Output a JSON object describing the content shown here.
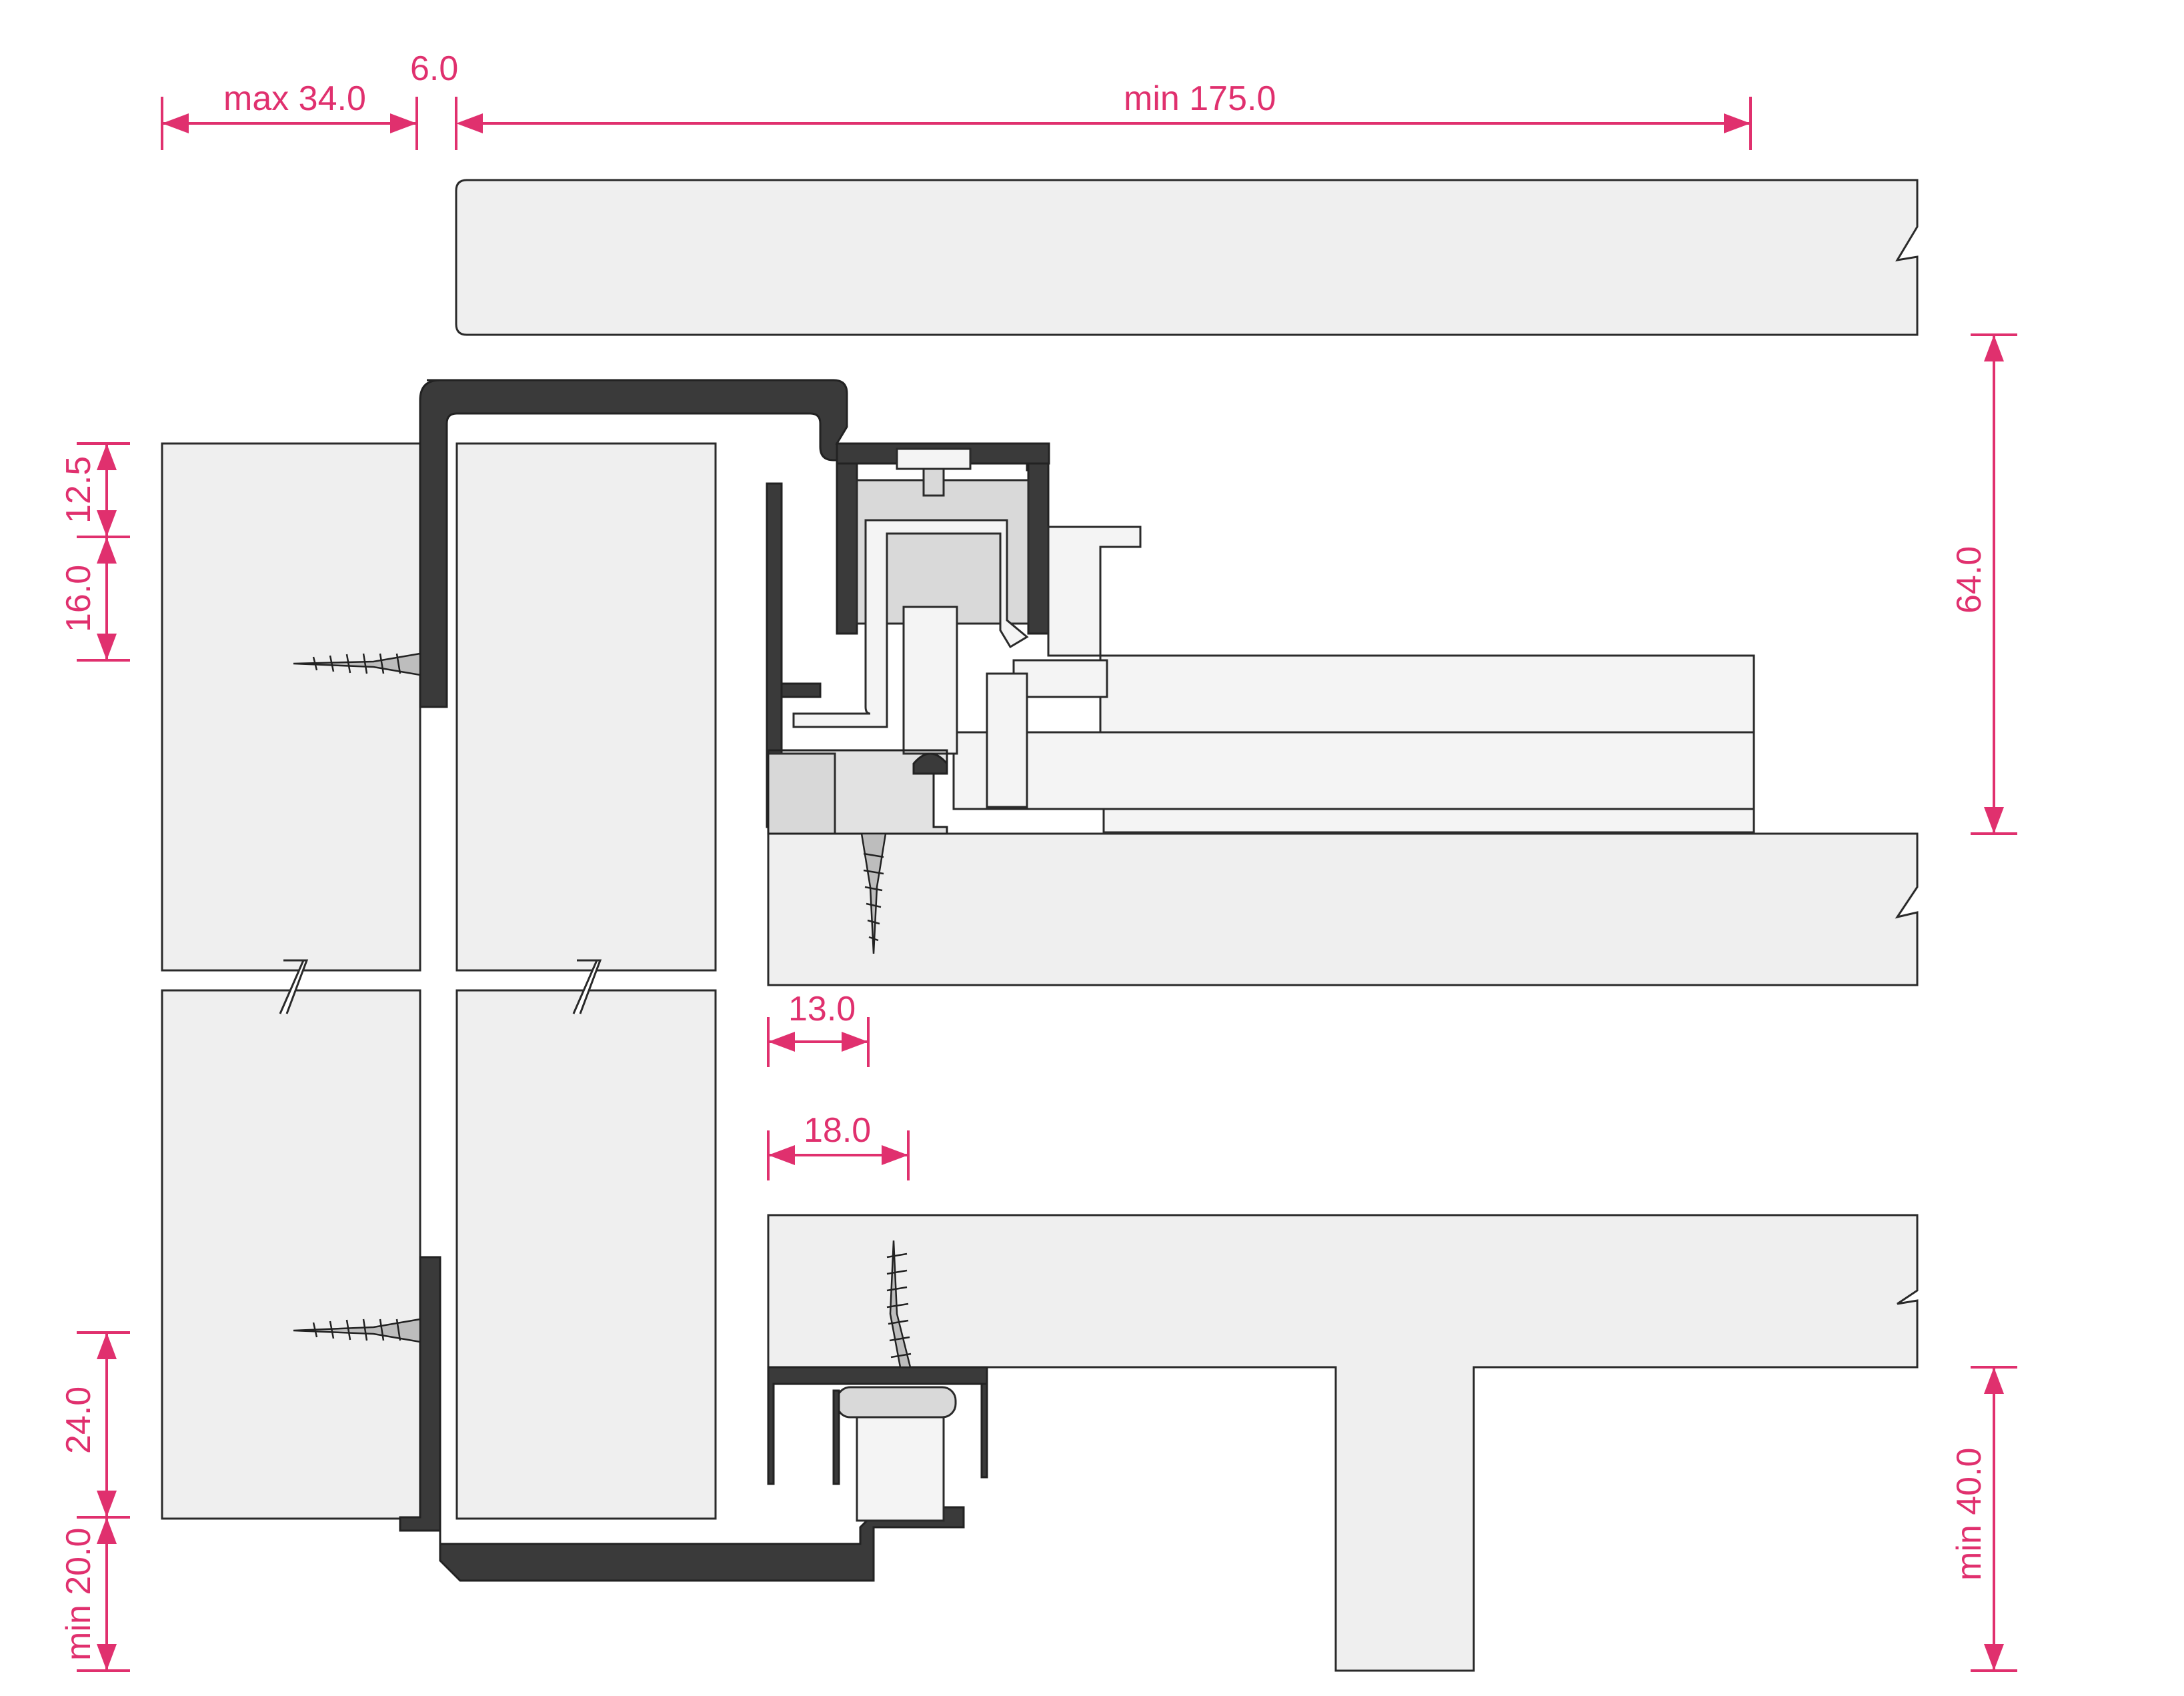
{
  "dimensions": {
    "max_340": "max 34.0",
    "d_60": "6.0",
    "min_1750": "min 175.0",
    "d_125": "12.5",
    "d_160": "16.0",
    "d_640": "64.0",
    "d_130": "13.0",
    "d_180": "18.0",
    "d_240": "24.0",
    "min_200": "min 20.0",
    "min_400": "min 40.0"
  },
  "colors": {
    "dimension": "#e0306e",
    "profile": "#3a3a3a",
    "panel": "#efefef"
  }
}
